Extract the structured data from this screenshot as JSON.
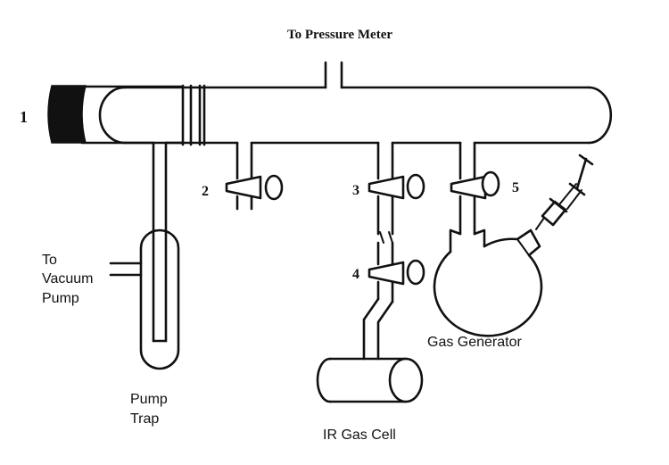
{
  "labels": {
    "pressure_meter": "To Pressure Meter",
    "vacuum_line1": "To",
    "vacuum_line2": "Vacuum",
    "vacuum_line3": "Pump",
    "trap_line1": "Pump",
    "trap_line2": "Trap",
    "ir_cell": "IR Gas Cell",
    "gas_generator": "Gas Generator"
  },
  "numbers": {
    "n1": "1",
    "n2": "2",
    "n3": "3",
    "n4": "4",
    "n5": "5"
  }
}
